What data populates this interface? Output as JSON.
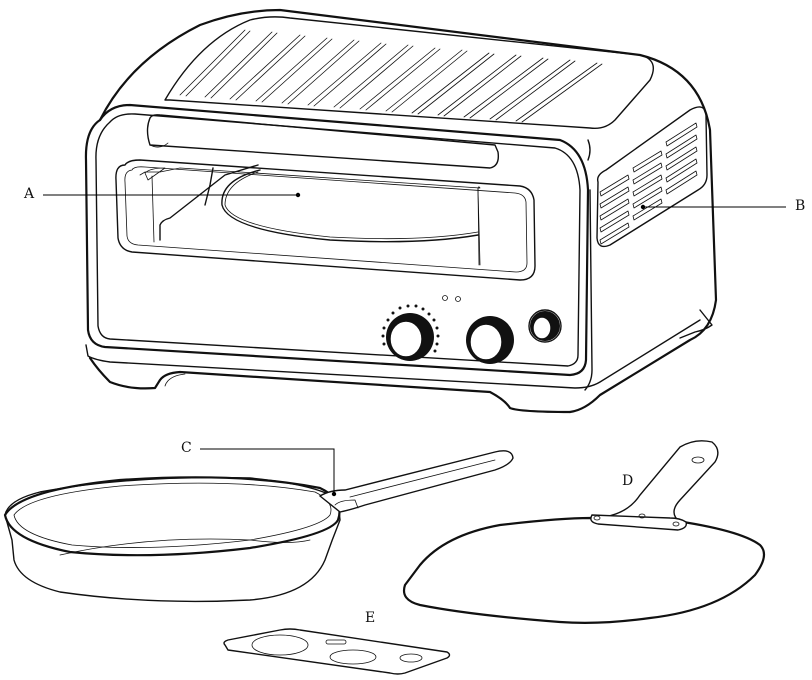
{
  "diagram": {
    "subject": "Pizza oven with accessories",
    "style": {
      "line_color": "#111111",
      "background": "#ffffff"
    },
    "callouts": [
      {
        "id": "A",
        "label": "A",
        "target": "pizza-stone"
      },
      {
        "id": "B",
        "label": "B",
        "target": "side-vent"
      },
      {
        "id": "C",
        "label": "C",
        "target": "pan-handle"
      },
      {
        "id": "D",
        "label": "D",
        "target": "pizza-peel"
      },
      {
        "id": "E",
        "label": "E",
        "target": "rating-plate"
      }
    ],
    "components": {
      "oven": {
        "knobs": 3,
        "indicator_lights": 2,
        "top_vent_slots": 14,
        "side_vent_columns": 3
      },
      "pan": {
        "type": "frying pan"
      },
      "peel": {
        "type": "pizza peel"
      },
      "plate": {
        "holes": 4
      }
    }
  }
}
